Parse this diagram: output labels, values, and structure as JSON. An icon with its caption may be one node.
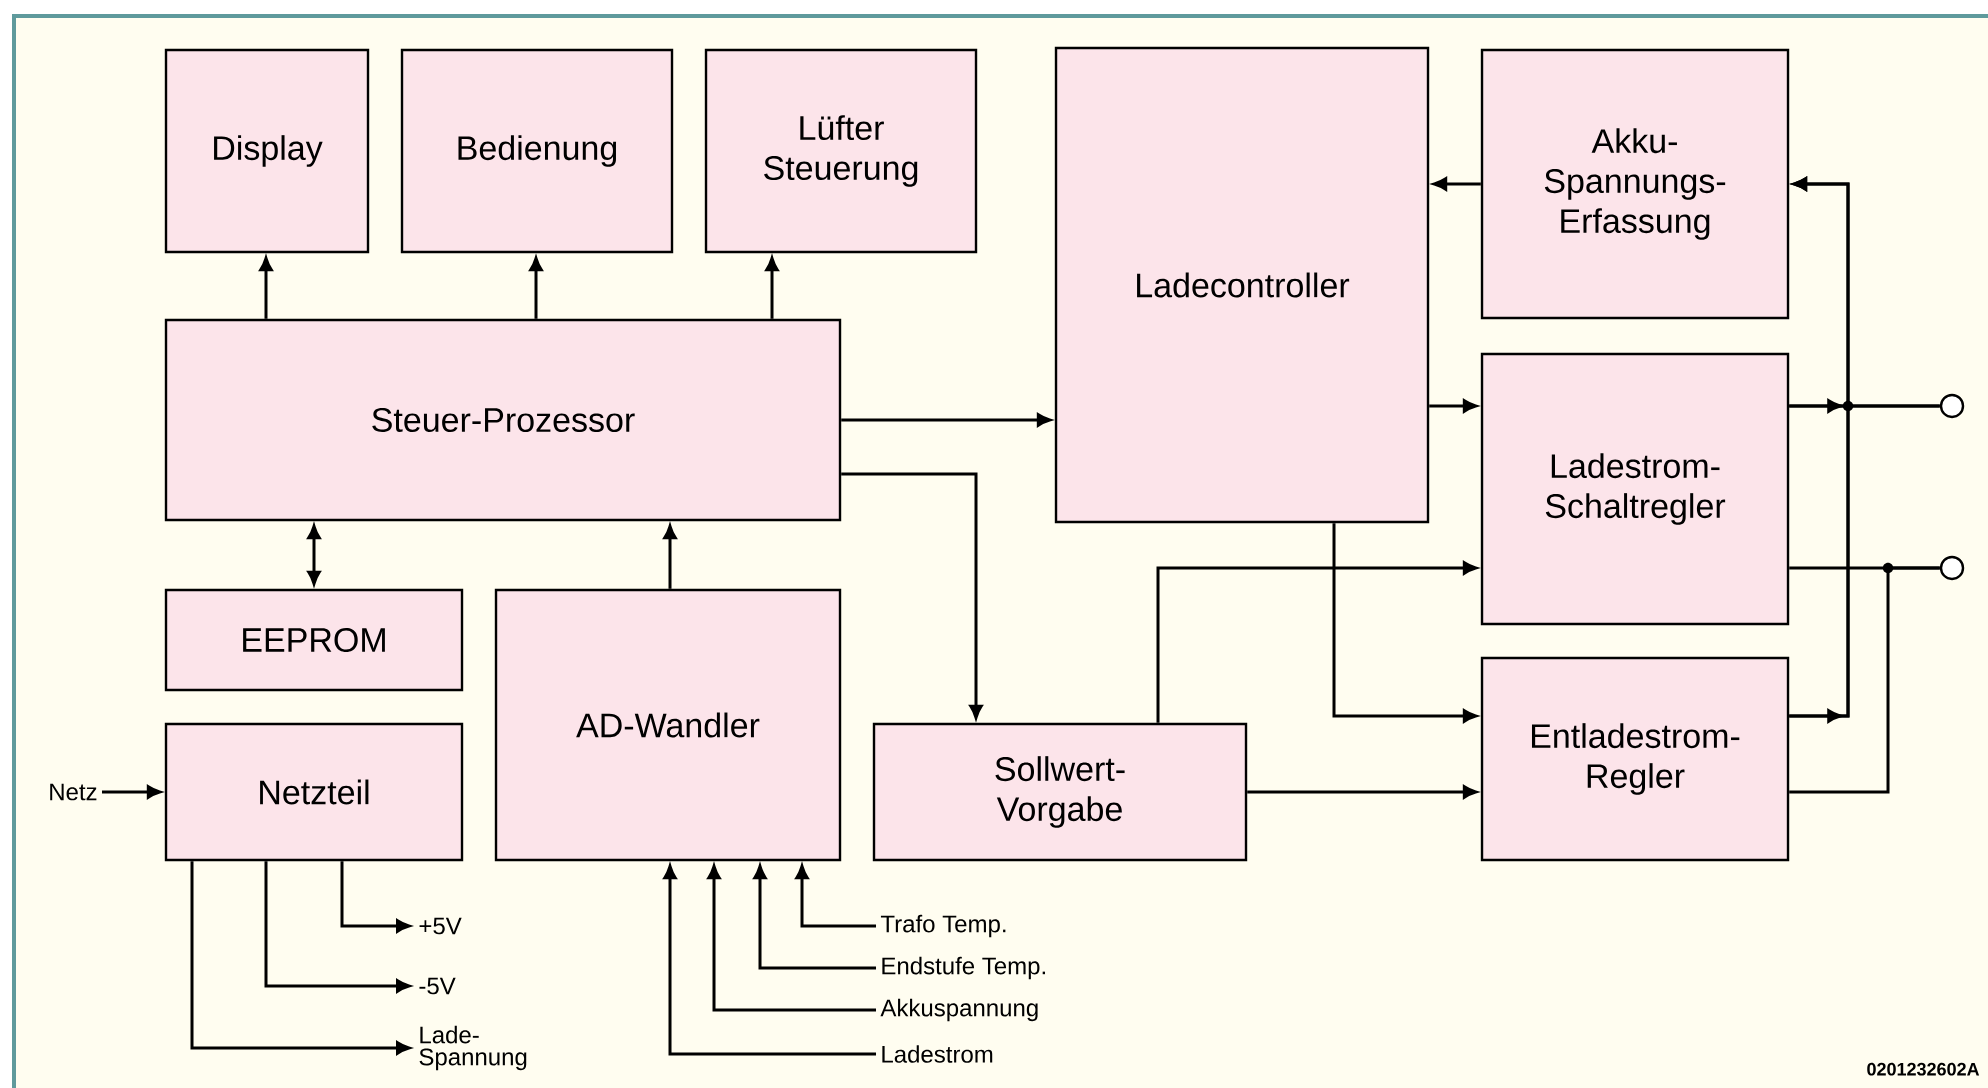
{
  "diagram": {
    "nodes": [
      {
        "text": [
          "Display"
        ]
      },
      {
        "text": [
          "Bedienung"
        ]
      },
      {
        "text": [
          "Lüfter Steuerung"
        ]
      },
      {
        "text": [
          "Steuer-Prozessor"
        ]
      },
      {
        "text": [
          "Ladecontroller"
        ]
      },
      {
        "text": [
          "Akku- Spannungs- Erfassung"
        ]
      },
      {
        "text": [
          "Ladestrom- Schaltregler"
        ]
      },
      {
        "text": [
          "EEPROM"
        ]
      },
      {
        "text": [
          "AD-Wandler"
        ]
      },
      {
        "text": [
          "Netzteil"
        ]
      },
      {
        "text": [
          "Sollwert- Vorgabe"
        ]
      },
      {
        "text": [
          "Entladestrom- Regler"
        ]
      },
      {
        "text": [
          "Netz"
        ]
      },
      {
        "text": [
          "+5V"
        ]
      },
      {
        "text": [
          "-5V"
        ]
      },
      {
        "text": [
          "Lade- Spannung"
        ]
      },
      {
        "text": [
          "Trafo Temp."
        ]
      },
      {
        "text": [
          "Endstufe Temp."
        ]
      },
      {
        "text": [
          "Akkuspannung"
        ]
      },
      {
        "text": [
          "Ladestrom"
        ]
      },
      {
        "text": [],
        "shape": "circle"
      },
      {
        "text": [],
        "shape": "circle"
      }
    ],
    "edges": [
      {
        "from": 3,
        "to": 0,
        "arrow": "to"
      },
      {
        "from": 3,
        "to": 1,
        "arrow": "to"
      },
      {
        "from": 3,
        "to": 2,
        "arrow": "to"
      },
      {
        "from": 3,
        "to": 7,
        "arrow": "both"
      },
      {
        "from": 8,
        "to": 3,
        "arrow": "to"
      },
      {
        "from": 3,
        "to": 4,
        "arrow": "to"
      },
      {
        "from": 3,
        "to": 10,
        "arrow": "to"
      },
      {
        "from": 5,
        "to": 4,
        "arrow": "to"
      },
      {
        "from": 4,
        "to": 6,
        "arrow": "to"
      },
      {
        "from": 4,
        "to": 11,
        "arrow": "to"
      },
      {
        "from": 10,
        "to": 6,
        "arrow": "to"
      },
      {
        "from": 10,
        "to": 11,
        "arrow": "to"
      },
      {
        "from": 6,
        "to": 20,
        "arrow": "none"
      },
      {
        "from": 6,
        "to": 5,
        "arrow": "to"
      },
      {
        "from": 11,
        "to": 20,
        "arrow": "none"
      },
      {
        "from": 11,
        "to": 5,
        "arrow": "to"
      },
      {
        "from": 6,
        "to": 21,
        "arrow": "none"
      },
      {
        "from": 11,
        "to": 21,
        "arrow": "none"
      },
      {
        "from": 12,
        "to": 9,
        "arrow": "to"
      },
      {
        "from": 9,
        "to": 13,
        "arrow": "to"
      },
      {
        "from": 9,
        "to": 14,
        "arrow": "to"
      },
      {
        "from": 9,
        "to": 15,
        "arrow": "to"
      },
      {
        "from": 16,
        "to": 8,
        "arrow": "to"
      },
      {
        "from": 17,
        "to": 8,
        "arrow": "to"
      },
      {
        "from": 18,
        "to": 8,
        "arrow": "to"
      },
      {
        "from": 19,
        "to": 8,
        "arrow": "to"
      }
    ],
    "labels": [
      "0201232602A"
    ]
  }
}
